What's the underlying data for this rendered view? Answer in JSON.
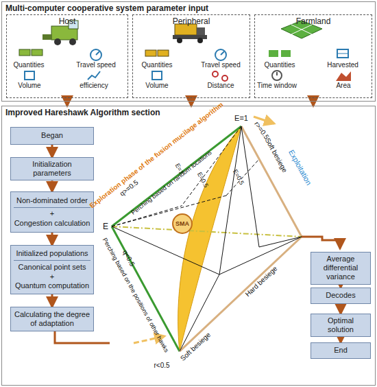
{
  "diagram": {
    "nodes": [
      {
        "text": [
          "Multi-computer cooperative system parameter input"
        ]
      },
      {
        "text": [
          "Host"
        ],
        "in": 0
      },
      {
        "text": [
          "Peripheral"
        ],
        "in": 0
      },
      {
        "text": [
          "Farmland"
        ],
        "in": 0
      },
      {
        "text": [
          "Improved Hareshawk Algorithm section"
        ]
      },
      {
        "text": [
          "Began"
        ],
        "in": 4
      },
      {
        "text": [
          "Initialization parameters"
        ],
        "in": 4
      },
      {
        "text": [
          "Non-dominated order",
          "+",
          "Congestion calculation"
        ],
        "in": 4
      },
      {
        "text": [
          "Initialized populations",
          "Canonical point sets",
          "+",
          "Quantum computation"
        ],
        "in": 4
      },
      {
        "text": [
          "Calculating the degree of adaptation"
        ],
        "in": 4
      },
      {
        "text": [
          "Average differential variance"
        ],
        "in": 4
      },
      {
        "text": [
          "Decodes"
        ],
        "in": 4
      },
      {
        "text": [
          "Optimal solution"
        ],
        "in": 4
      },
      {
        "text": [
          "End"
        ],
        "in": 4
      },
      {
        "text": [
          "SMA"
        ],
        "in": 4
      }
    ],
    "edges": [
      {
        "from": 1,
        "to": 4,
        "arrow": "to"
      },
      {
        "from": 2,
        "to": 4,
        "arrow": "to"
      },
      {
        "from": 3,
        "to": 4,
        "arrow": "to"
      },
      {
        "from": 5,
        "to": 6,
        "arrow": "to"
      },
      {
        "from": 6,
        "to": 7,
        "arrow": "to"
      },
      {
        "from": 7,
        "to": 8,
        "arrow": "to"
      },
      {
        "from": 8,
        "to": 9,
        "arrow": "to"
      },
      {
        "from": 10,
        "to": 11,
        "arrow": "to"
      },
      {
        "from": 11,
        "to": 12,
        "arrow": "to"
      },
      {
        "from": 12,
        "to": 13,
        "arrow": "to"
      }
    ],
    "labels": [
      "Quantities",
      "Travel speed",
      "Volume",
      "efficiency",
      "Quantities",
      "Travel speed",
      "Volume",
      "Distance",
      "Quantities",
      "Harvested",
      "Time window",
      "Area",
      "E",
      "E=1",
      "q>=0.5",
      "q<0.5",
      "Exploration phase of the fusion mucilage algorithm",
      "Perching based on random locations",
      "Perching based on the positions of other hawks",
      "E=1",
      "E=0.5",
      "E=0.5",
      "r>=0.5",
      "Soft besiege",
      "Exploitation",
      "Hard besiege",
      "Soft besiege",
      "r<0.5"
    ]
  }
}
